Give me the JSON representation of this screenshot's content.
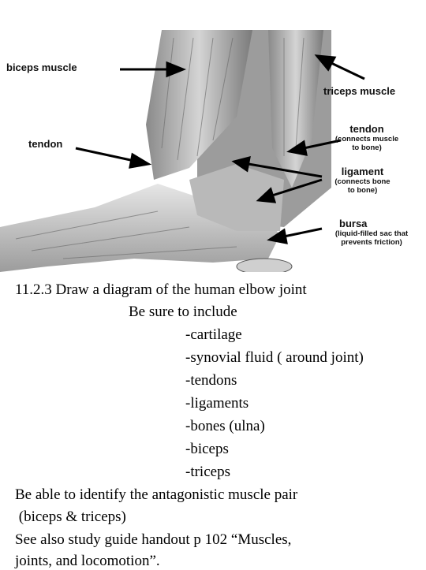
{
  "figure": {
    "labels": {
      "biceps": "biceps muscle",
      "triceps": "triceps muscle",
      "tendon_left": "tendon",
      "tendon_right": "tendon",
      "tendon_right_sub1": "(connects muscle",
      "tendon_right_sub2": "to bone)",
      "ligament": "ligament",
      "ligament_sub1": "(connects bone",
      "ligament_sub2": "to bone)",
      "bursa": "bursa",
      "bursa_sub1": "(liquid-filled sac that",
      "bursa_sub2": "prevents friction)"
    }
  },
  "text": {
    "heading": "11.2.3 Draw a diagram of the human elbow joint",
    "be_sure": "Be sure to include",
    "items": [
      "-cartilage",
      "-synovial fluid ( around joint)",
      "-tendons",
      "-ligaments",
      "-bones (ulna)",
      "-biceps",
      "-triceps"
    ],
    "identify_1": "Be able to identify the antagonistic muscle pair",
    "identify_2": " (biceps & triceps)",
    "see_also_1": "See also study guide handout p 102 “Muscles,",
    "see_also_2": "joints, and locomotion”."
  }
}
